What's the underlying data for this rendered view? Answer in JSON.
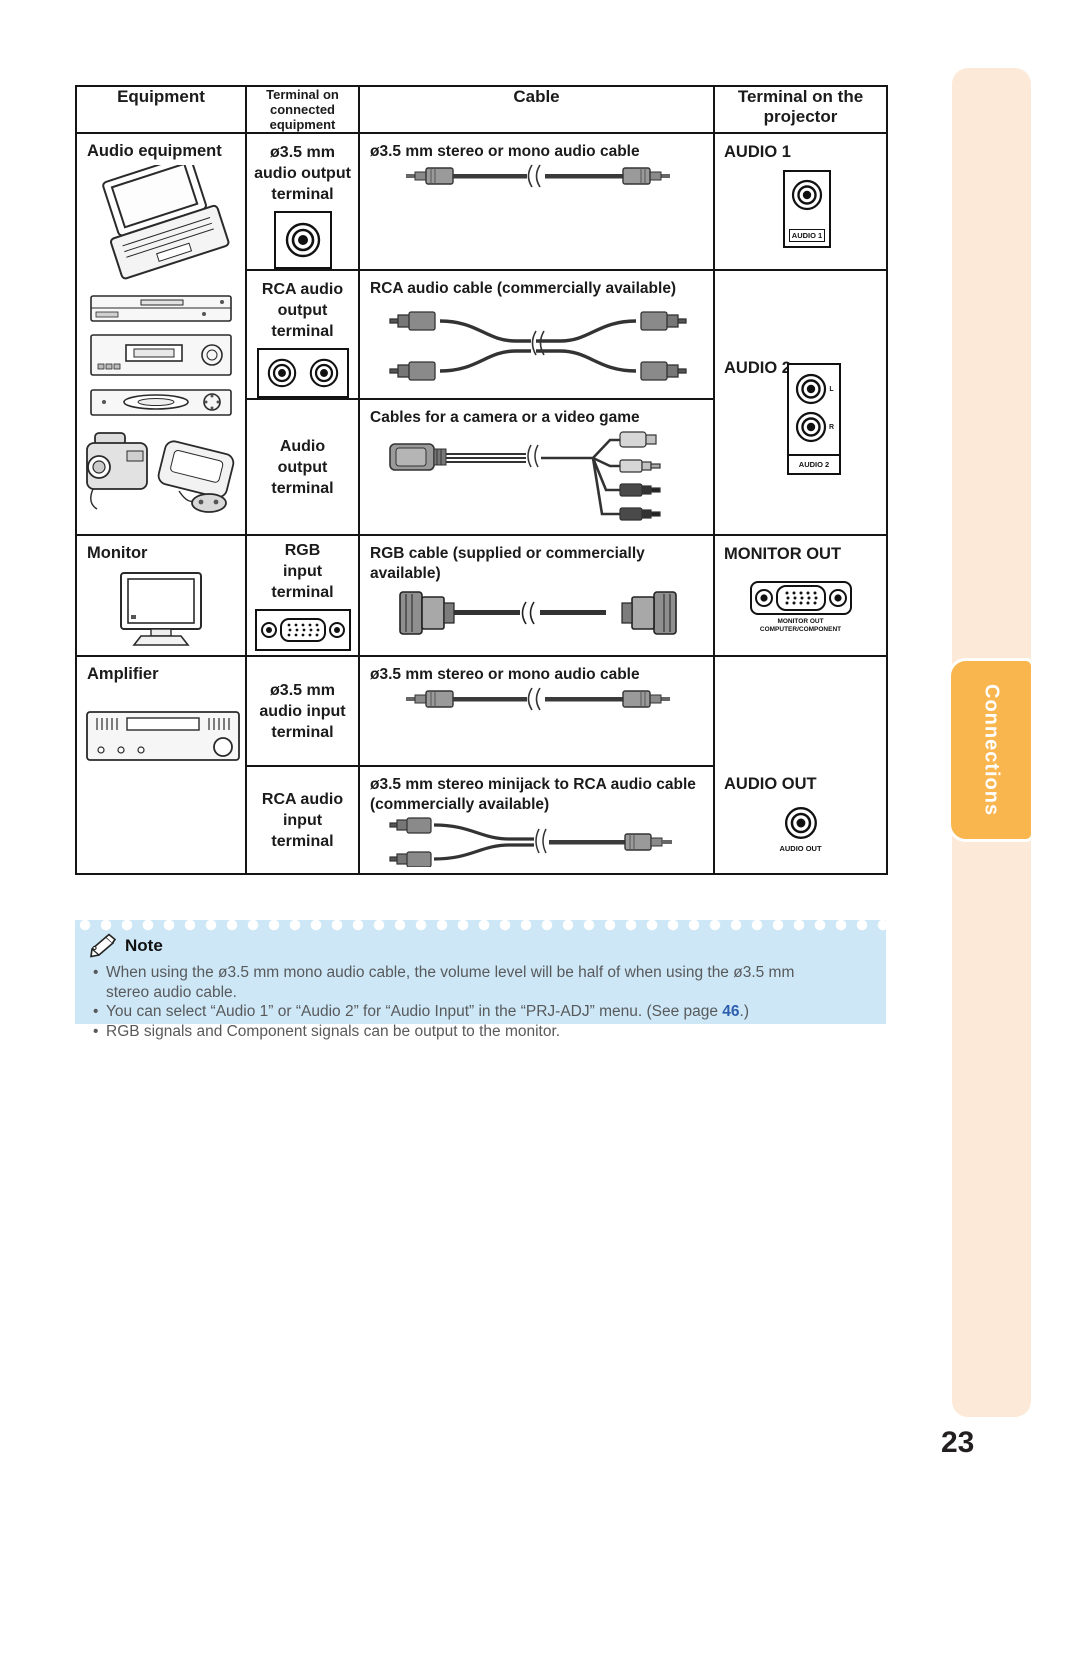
{
  "page_number": "23",
  "sidebar": {
    "tab_label": "Connections"
  },
  "colors": {
    "note_bg": "#cde7f6",
    "sidebar_strip": "#fce9d8",
    "sidebar_tab": "#f9b64f",
    "page_link_blue": "#2d5fae"
  },
  "table": {
    "header": {
      "equipment": "Equipment",
      "terminal_connected": "Terminal on\nconnected equipment",
      "cable": "Cable",
      "terminal_projector": "Terminal on the\nprojector"
    },
    "audio_group": {
      "equipment_label": "Audio equipment",
      "rows": [
        {
          "terminal": "ø3.5 mm\naudio output\nterminal",
          "cable": "ø3.5 mm stereo or mono audio cable",
          "projector_terminal": "AUDIO 1",
          "jack_label": "AUDIO 1"
        },
        {
          "terminal": "RCA audio\noutput\nterminal",
          "cable": "RCA audio cable (commercially available)",
          "projector_terminal": "AUDIO 2",
          "jack_label": "AUDIO 2",
          "jack_l": "L",
          "jack_r": "R"
        },
        {
          "terminal": "Audio\noutput\nterminal",
          "cable": "Cables for a camera or a video game"
        }
      ]
    },
    "monitor_group": {
      "equipment_label": "Monitor",
      "terminal": "RGB\ninput\nterminal",
      "cable": "RGB cable (supplied or commercially\navailable)",
      "projector_terminal": "MONITOR OUT",
      "jack_label": "MONITOR OUT\nCOMPUTER/COMPONENT"
    },
    "amplifier_group": {
      "equipment_label": "Amplifier",
      "rows": [
        {
          "terminal": "ø3.5 mm\naudio input\nterminal",
          "cable": "ø3.5 mm stereo or mono audio cable"
        },
        {
          "terminal": "RCA audio\ninput\nterminal",
          "cable": "ø3.5 mm stereo minijack to RCA audio cable\n(commercially available)"
        }
      ],
      "projector_terminal": "AUDIO OUT",
      "jack_label": "AUDIO OUT"
    }
  },
  "note": {
    "icon": "pencil-icon",
    "title": "Note",
    "bullets": [
      {
        "text": "When using the ø3.5 mm mono audio cable, the volume level will be half of when using the ø3.5 mm\nstereo audio cable."
      },
      {
        "text_before": "You can select “Audio 1” or “Audio 2” for “Audio Input” in the “PRJ-ADJ” menu. (See page ",
        "page_link": "46",
        "text_after": ".)"
      },
      {
        "text": "RGB signals and Component signals can be output to the monitor."
      }
    ]
  }
}
